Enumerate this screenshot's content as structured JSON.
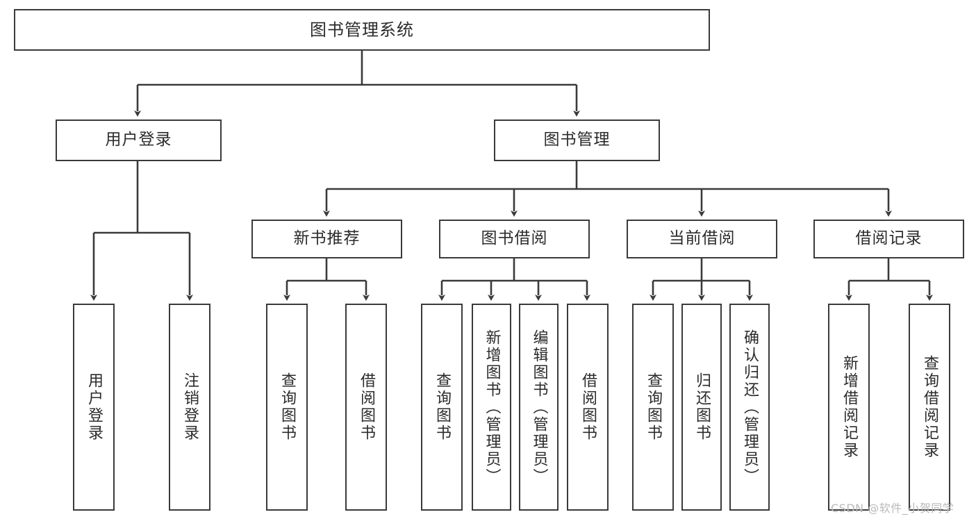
{
  "diagram": {
    "title": "图书管理系统",
    "type": "tree-hierarchy",
    "watermark": "CSDN @软件_小贺同学",
    "colors": {
      "border": "#3a3a3a",
      "text": "#2b2b2b",
      "background": "#ffffff",
      "watermark": "#b9b9b9"
    },
    "levels": {
      "root": [
        "图书管理系统"
      ],
      "level2": [
        "用户登录",
        "图书管理"
      ],
      "level3": [
        "新书推荐",
        "图书借阅",
        "当前借阅",
        "借阅记录"
      ],
      "leaves": [
        "用户登录",
        "注销登录",
        "查询图书",
        "借阅图书",
        "查询图书",
        "新增图书（管理员）",
        "编辑图书（管理员）",
        "借阅图书",
        "查询图书",
        "归还图书",
        "确认归还（管理员）",
        "新增借阅记录",
        "查询借阅记录"
      ]
    },
    "nodes": {
      "root": {
        "label": "图书管理系统"
      },
      "user_login": {
        "label": "用户登录"
      },
      "book_mgmt": {
        "label": "图书管理"
      },
      "new_book_rec": {
        "label": "新书推荐"
      },
      "book_borrow": {
        "label": "图书借阅"
      },
      "current_borrow": {
        "label": "当前借阅"
      },
      "borrow_record": {
        "label": "借阅记录"
      },
      "leaf_user_login": {
        "label": "用户登录"
      },
      "leaf_logout": {
        "label": "注销登录"
      },
      "leaf_query_book_1": {
        "label": "查询图书"
      },
      "leaf_borrow_book_1": {
        "label": "借阅图书"
      },
      "leaf_query_book_2": {
        "label": "查询图书"
      },
      "leaf_add_book_admin": {
        "label": "新增图书（管理员）"
      },
      "leaf_edit_book_admin": {
        "label": "编辑图书（管理员）"
      },
      "leaf_borrow_book_2": {
        "label": "借阅图书"
      },
      "leaf_query_book_3": {
        "label": "查询图书"
      },
      "leaf_return_book": {
        "label": "归还图书"
      },
      "leaf_confirm_return_admin": {
        "label": "确认归还（管理员）"
      },
      "leaf_add_borrow_record": {
        "label": "新增借阅记录"
      },
      "leaf_query_borrow_record": {
        "label": "查询借阅记录"
      }
    }
  }
}
